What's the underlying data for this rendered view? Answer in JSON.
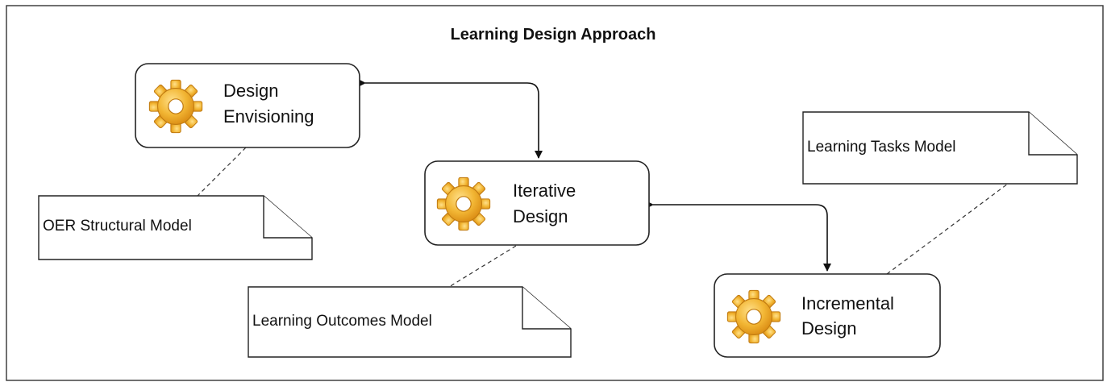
{
  "diagram": {
    "title": "Learning Design Approach",
    "processes": [
      {
        "id": "design-envisioning",
        "line1": "Design",
        "line2": "Envisioning",
        "icon": "gear-icon"
      },
      {
        "id": "iterative-design",
        "line1": "Iterative",
        "line2": "Design",
        "icon": "gear-icon"
      },
      {
        "id": "incremental-design",
        "line1": "Incremental",
        "line2": "Design",
        "icon": "gear-icon"
      }
    ],
    "notes": [
      {
        "id": "oer-structural-model",
        "label": "OER Structural Model"
      },
      {
        "id": "learning-outcomes-model",
        "label": "Learning Outcomes Model"
      },
      {
        "id": "learning-tasks-model",
        "label": "Learning Tasks Model"
      }
    ],
    "colors": {
      "gear": "#f2b634",
      "gear_dark": "#d98a12",
      "gear_light": "#ffe08a",
      "border": "#222222"
    }
  }
}
